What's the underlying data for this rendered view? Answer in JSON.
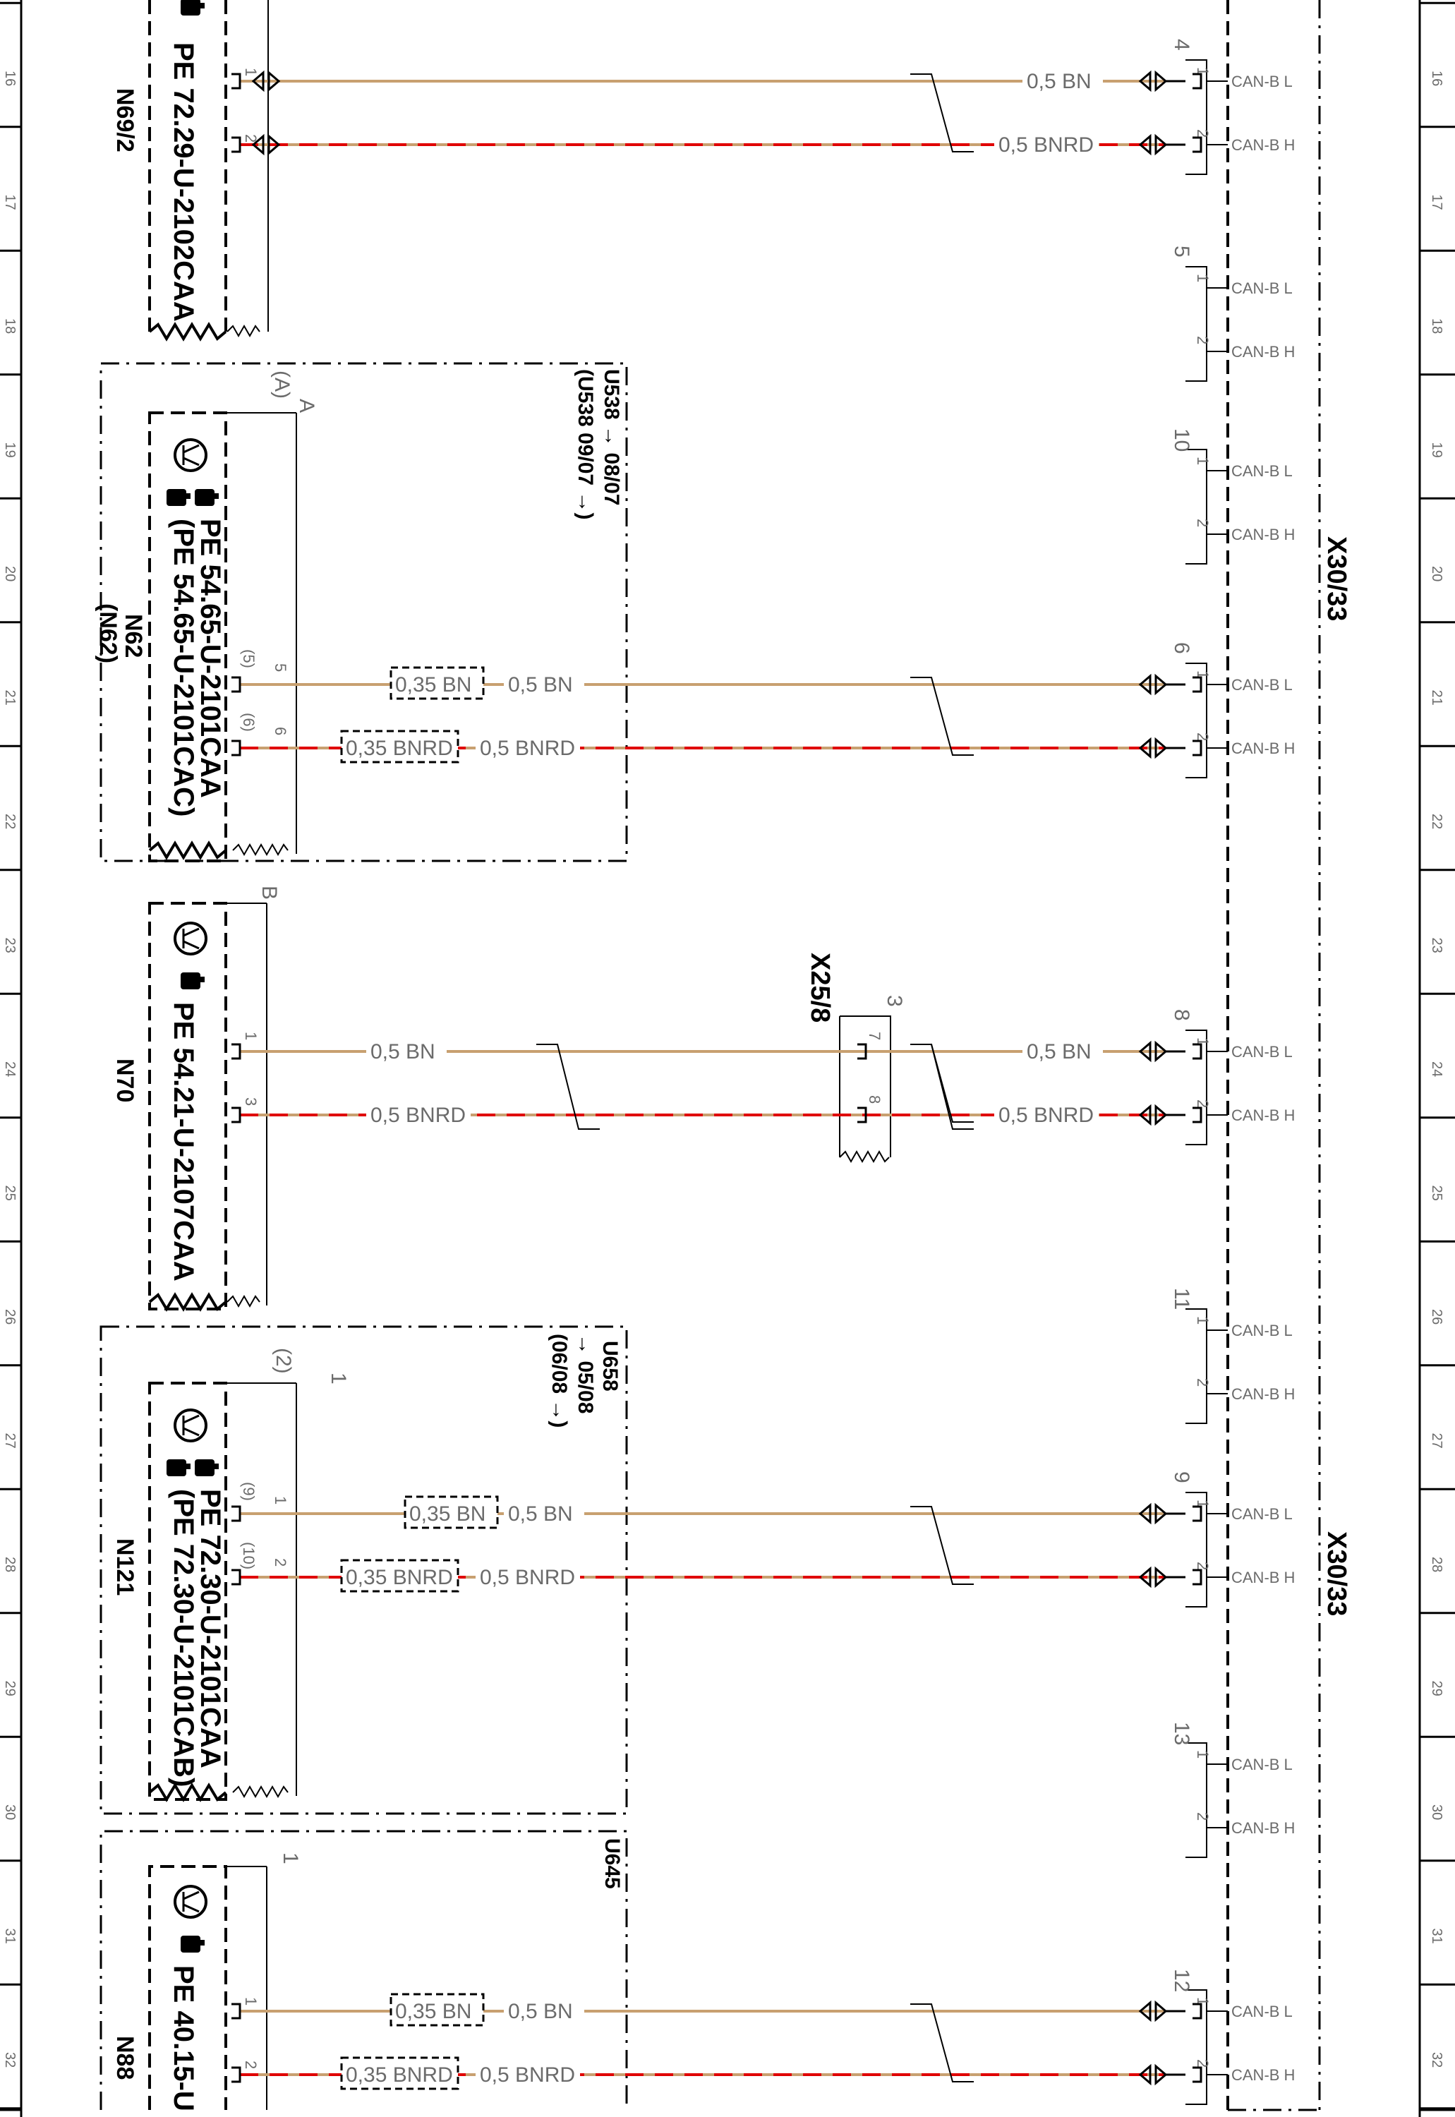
{
  "grid_rows": [
    "16",
    "17",
    "18",
    "19",
    "20",
    "21",
    "22",
    "23",
    "24",
    "25",
    "26",
    "27",
    "28",
    "29",
    "30",
    "31",
    "32"
  ],
  "connector": {
    "label_top": "X30/33",
    "label_bottom": "X30/33",
    "signal_l": "CAN-B L",
    "signal_h": "CAN-B H",
    "groups": [
      {
        "num": "4",
        "pin1": "1",
        "pin2": "2"
      },
      {
        "num": "5",
        "pin1": "1",
        "pin2": "2"
      },
      {
        "num": "10",
        "pin1": "1",
        "pin2": "2"
      },
      {
        "num": "6",
        "pin1": "1",
        "pin2": "2"
      },
      {
        "num": "8",
        "pin1": "1",
        "pin2": "2"
      },
      {
        "num": "11",
        "pin1": "1",
        "pin2": "2"
      },
      {
        "num": "9",
        "pin1": "1",
        "pin2": "2"
      },
      {
        "num": "13",
        "pin1": "1",
        "pin2": "2"
      },
      {
        "num": "12",
        "pin1": "1",
        "pin2": "2"
      }
    ]
  },
  "wires": {
    "bn": "0,5 BN",
    "bnrd": "0,5 BNRD",
    "bn_opt": "0,35 BN",
    "bnrd_opt": "0,35 BNRD"
  },
  "devices": {
    "n69": {
      "name": "N69/2",
      "pe": "PE 72.29-U-2102CAA",
      "pin1": "1",
      "pin2": "2"
    },
    "n62": {
      "name": "N62",
      "name_alt": "(N62)",
      "pe1": "PE 54.65-U-2101CAA",
      "pe2": "(PE 54.65-U-2101CAC)",
      "pin1": "5",
      "pin1_alt": "(5)",
      "pin2": "6",
      "pin2_alt": "(6)",
      "ref": "A",
      "ref_alt": "(A)",
      "variant1": "U538 → 08/07",
      "variant2": "(U538 09/07 →)"
    },
    "n70": {
      "name": "N70",
      "pe": "PE 54.21-U-2107CAA",
      "pin1": "1",
      "pin2": "3",
      "ref": "B"
    },
    "x25": {
      "name": "X25/8",
      "num": "3",
      "pin1": "7",
      "pin2": "8"
    },
    "n121": {
      "name": "N121",
      "pe1": "PE 72.30-U-2101CAA",
      "pe2": "(PE 72.30-U-2101CAB)",
      "pin1": "1",
      "pin1_alt": "(9)",
      "pin2": "2",
      "pin2_alt": "(10)",
      "ref": "1",
      "ref_alt": "(2)",
      "variant1": "U658",
      "variant2": "→ 05/08",
      "variant3": "(06/08 →)"
    },
    "n88": {
      "name": "N88",
      "pe": "PE 40.15-U",
      "pin1": "1",
      "pin2": "2",
      "ref": "1",
      "variant1": "U645"
    }
  },
  "colors": {
    "brown": "#c8a070",
    "red": "#e00000"
  },
  "icons": [
    "hand-pointer-icon",
    "transistor-symbol-icon"
  ]
}
